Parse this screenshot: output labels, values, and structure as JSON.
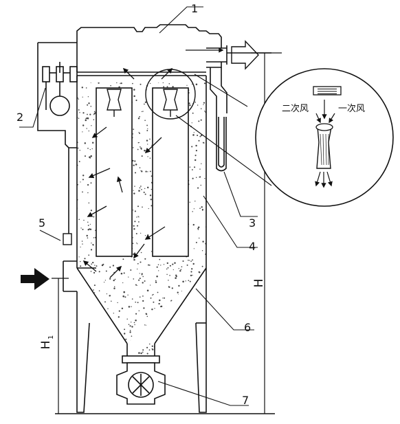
{
  "labels": {
    "part_1": "1",
    "part_2": "2",
    "part_3": "3",
    "part_4": "4",
    "part_5": "5",
    "part_6": "6",
    "part_7": "7",
    "height_total": "H",
    "height_inlet": "H",
    "height_inlet_sub": "1"
  },
  "detail": {
    "secondary_air": "二次风",
    "primary_air": "一次风"
  },
  "colors": {
    "line": "#111111",
    "background": "#ffffff",
    "dust": "#444444"
  }
}
